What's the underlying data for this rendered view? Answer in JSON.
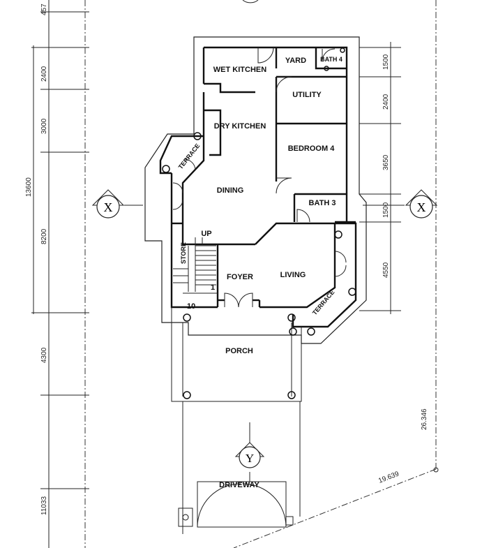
{
  "rooms": {
    "wet_kitchen": "WET KITCHEN",
    "yard": "YARD",
    "bath4": "BATH 4",
    "utility": "UTILITY",
    "dry_kitchen": "DRY KITCHEN",
    "bedroom4": "BEDROOM 4",
    "terrace_top": "TERRACE",
    "dining": "DINING",
    "bath3": "BATH 3",
    "store": "STORE",
    "foyer": "FOYER",
    "living": "LIVING",
    "terrace_bottom": "TERRACE",
    "porch": "PORCH",
    "driveway": "DRIVEWAY"
  },
  "stair": {
    "up": "UP",
    "step_first": "1",
    "step_last": "10"
  },
  "dimensions_left": [
    "457",
    "2400",
    "3000",
    "13600",
    "8200",
    "4300",
    "11033"
  ],
  "dimensions_right": [
    "1500",
    "2400",
    "3650",
    "1500",
    "4550"
  ],
  "boundary": [
    "26.346",
    "19.639"
  ],
  "section_markers": {
    "section_left": "X",
    "section_right": "X",
    "elevation": "Y"
  }
}
